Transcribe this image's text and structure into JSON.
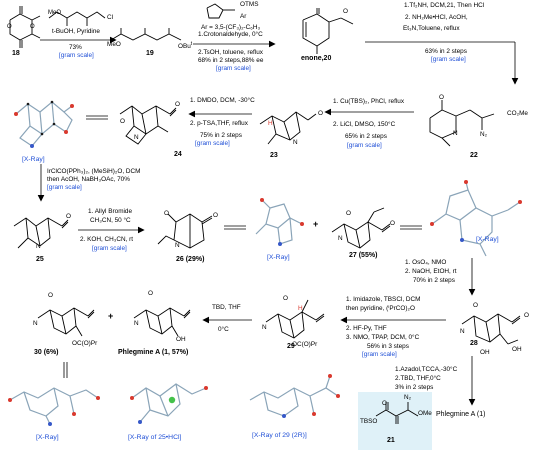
{
  "compounds": {
    "c18": "18",
    "c19": "19",
    "c20": "enone,20",
    "c21": "21",
    "c22": "22",
    "c23": "23",
    "c24": "24",
    "c25": "25",
    "c26": "26 (29%)",
    "c27": "27 (55%)",
    "c28": "28",
    "c29": "29",
    "c30": "30 (6%)",
    "c1": "Phlegmine A (1, 57%)",
    "c1final": "Phlegmine A (1)"
  },
  "labels": {
    "acid_chloride_Cl": "Cl",
    "tbuoh": "t-BuOH, Pyridine",
    "yield_73": "73%",
    "gram_scale": "[gram scale]",
    "otms": "OTMS",
    "ar": "Ar",
    "ar_def": "Ar = 3,5-(CF₃)₂-C₆H₃",
    "crotonaldehyde": "1.Crotonaldehyde, 0°C",
    "tsoh": "2.TsOH, toluene, reflux",
    "yield_68": "68% in 2 steps,88% ee",
    "tf2nh": "1.Tf₂NH, DCM,21, Then HCl",
    "nh2me": "2. NH₂Me•HCl, AcOH,",
    "et3n": "Et₃N,Toluene, reflux",
    "yield_63": "63% in 2 steps",
    "cu_tbs": "1. Cu(TBS)₂, PhCl, reflux",
    "licl": "2. LiCl, DMSO, 150°C",
    "yield_65": "65% in 2 steps",
    "dmdo": "1. DMDO, DCM, -30°C",
    "ptsa": "2. p-TSA,THF, reflux",
    "yield_75": "75% in 2 steps",
    "ir_cat": "IrClCO(PPh₃)₂, (MeSiH)₂O, DCM",
    "ir_then": "then AcOH, NaBH₃OAc, 70%",
    "allyl": "1. Allyl Bromide",
    "ch3cn_50": "CH₃CN, 50 °C",
    "koh": "2. KOH, CH₃CN, rt",
    "oso4": "1. OsO₄, NMO",
    "naoh": "2. NaOH, EtOH, rt",
    "yield_70": "70% in 2 steps",
    "imidazole": "1. Imidazole, TBSCl, DCM",
    "pyridine": "then pyridine, (ⁱPrCO)₂O",
    "hfpy": "2. HF-Py, THF",
    "nmo_tpap": "3. NMO, TPAP, DCM, 0°C",
    "yield_56": "56% in 3 steps",
    "tbd_thf": "TBD, THF",
    "zero_c": "0°C",
    "azadol": "1.Azadol,TCCA,-30°C",
    "tbd2": "2.TBD, THF,0°C",
    "yield_3": "3% in 2 steps",
    "xray": "[X-Ray]",
    "xray25": "[X-Ray of 25•HCl]",
    "xray29": "[X-Ray of 29 (2R)]",
    "tbso": "TBSO",
    "ome": "OMe",
    "n2": "N₂",
    "oc_o_pr": "OC(O)Pr",
    "oc_o_pr2": "OC(O)Pr",
    "co2me": "CO₂Me",
    "n2b": "N₂",
    "ome2": "O",
    "oh": "OH",
    "ohb": "OH",
    "ohc": "OH"
  }
}
